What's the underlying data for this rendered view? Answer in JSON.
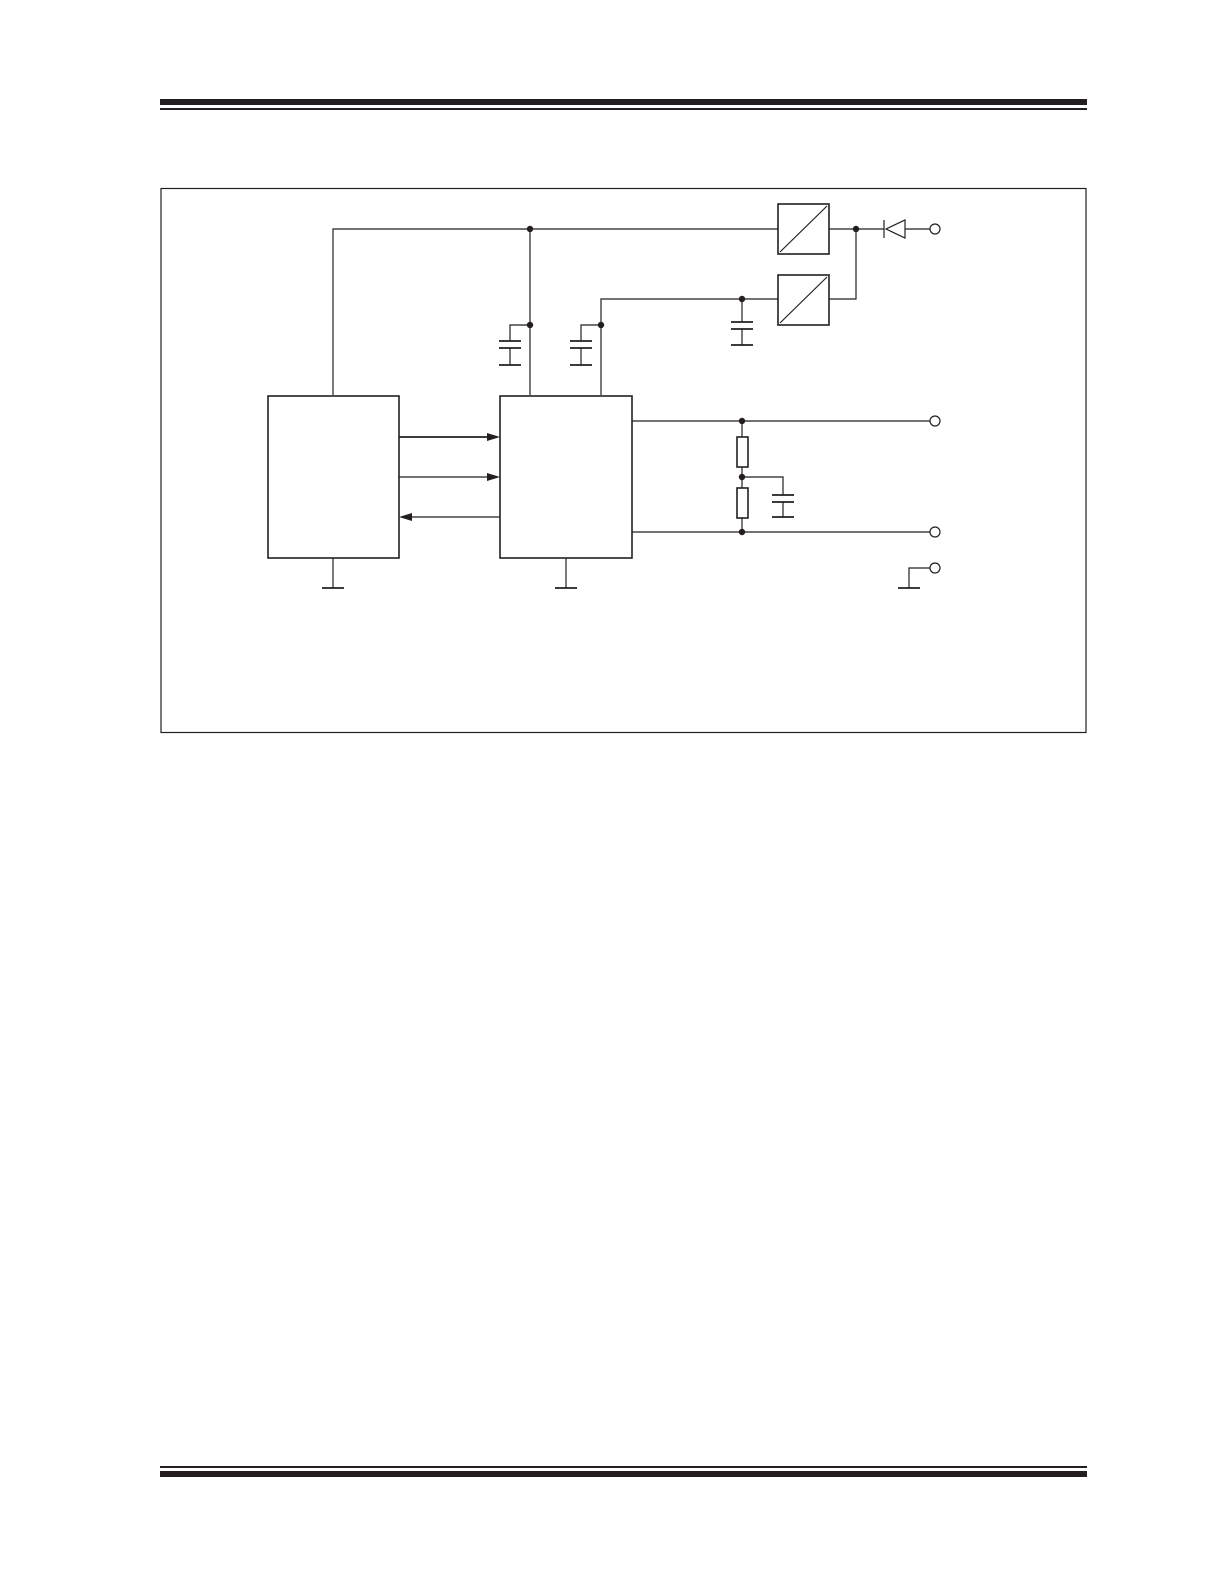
{
  "page": {
    "header_rule_color": "#231f20",
    "footer_rule_color": "#231f20"
  },
  "diagram": {
    "blocks": [
      {
        "id": "controller-block",
        "label": ""
      },
      {
        "id": "transceiver-block",
        "label": ""
      },
      {
        "id": "regulator-1",
        "label": ""
      },
      {
        "id": "regulator-2",
        "label": ""
      }
    ],
    "terminals": [
      {
        "id": "terminal-supply",
        "label": ""
      },
      {
        "id": "terminal-bus-high",
        "label": ""
      },
      {
        "id": "terminal-bus-low",
        "label": ""
      },
      {
        "id": "terminal-ground",
        "label": ""
      }
    ],
    "icons": [
      "diode-icon",
      "capacitor-icon",
      "resistor-icon",
      "ground-icon",
      "regulator-icon"
    ]
  }
}
